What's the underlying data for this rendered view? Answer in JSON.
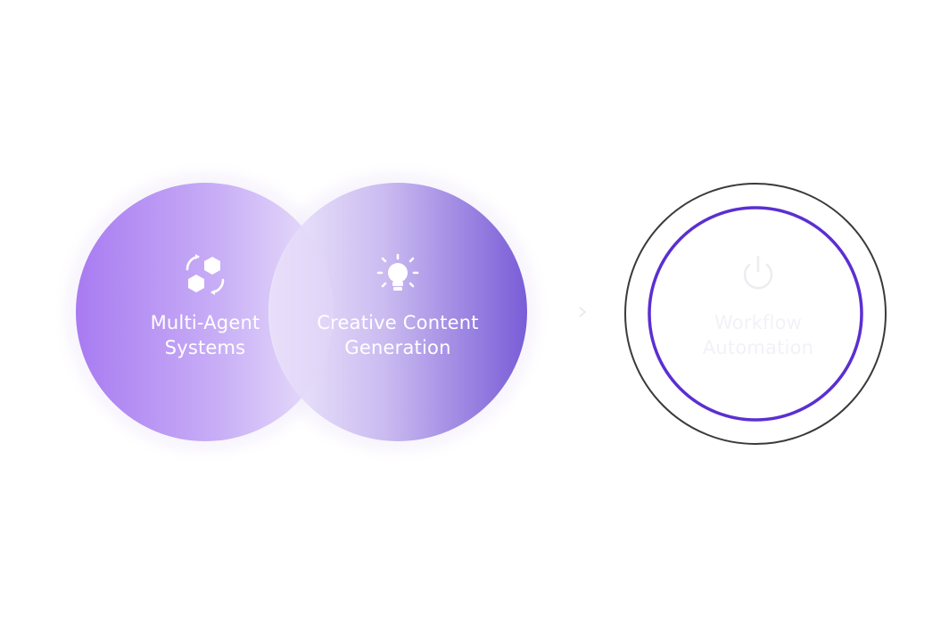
{
  "diagram": {
    "nodes": {
      "agents": {
        "label_line1": "Multi-Agent",
        "label_line2": "Systems",
        "icon": "cubes-cycle-icon"
      },
      "creative": {
        "label_line1": "Creative Content",
        "label_line2": "Generation",
        "icon": "lightbulb-icon"
      },
      "workflow": {
        "label_line1": "Workflow",
        "label_line2": "Automation",
        "icon": "power-icon"
      }
    },
    "colors": {
      "purple_light": "#a87bf1",
      "purple_dark": "#7558d6",
      "lavender": "#e6dbfa",
      "ring_outer": "#3a3a3a",
      "ring_inner": "#5b2fd1"
    }
  }
}
